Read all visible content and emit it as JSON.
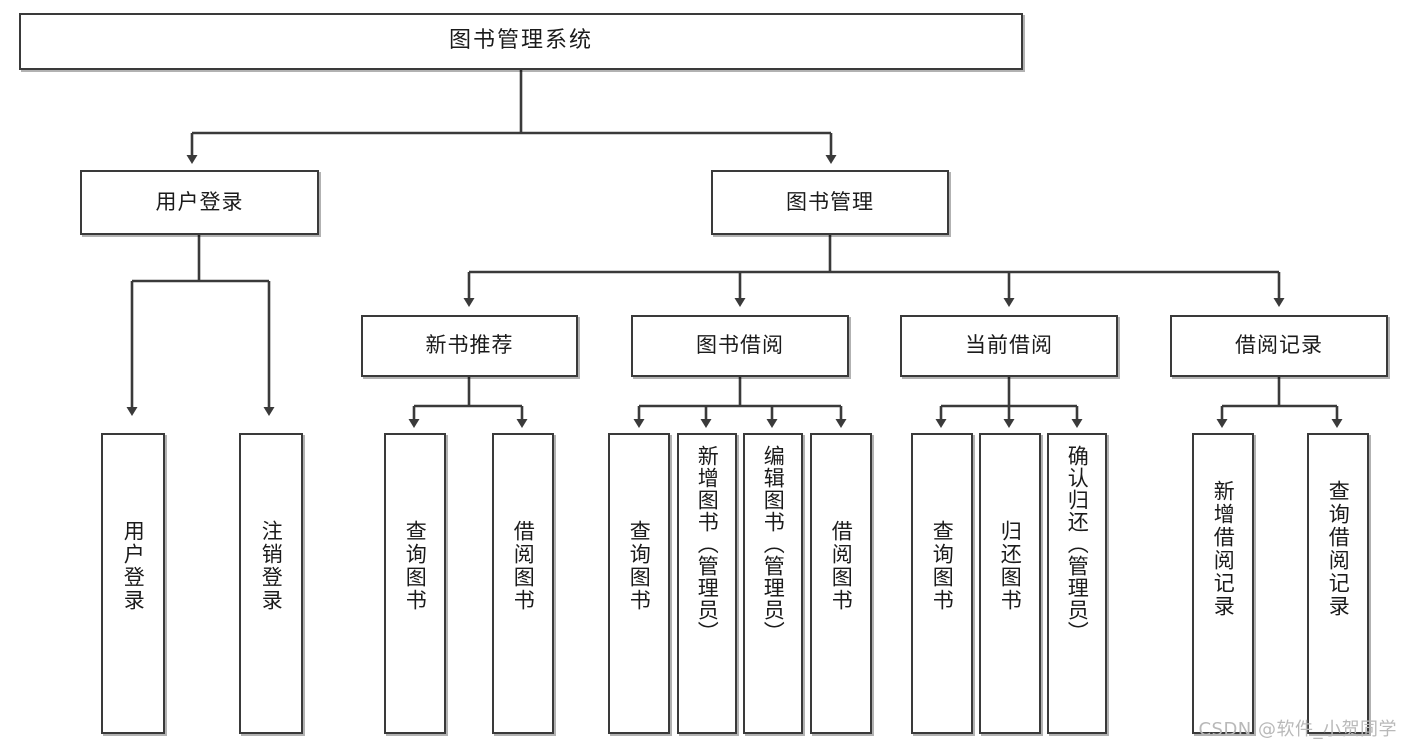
{
  "diagram": {
    "title": "图书管理系统",
    "type": "tree-hierarchy",
    "watermark": "CSDN @软件_小贺同学",
    "colors": {
      "background": "#ffffff",
      "node_border": "#3a3a3a",
      "node_fill": "#ffffff",
      "edge": "#3a3a3a",
      "text": "#1b1b1b",
      "watermark": "#b9b9b9"
    },
    "levels": {
      "root": "图书管理系统",
      "level2": [
        "用户登录",
        "图书管理"
      ],
      "level3": [
        "新书推荐",
        "图书借阅",
        "当前借阅",
        "借阅记录"
      ]
    },
    "nodes": {
      "root": {
        "label": "图书管理系统"
      },
      "user_login": {
        "label": "用户登录"
      },
      "book_manage": {
        "label": "图书管理"
      },
      "new_book_rec": {
        "label": "新书推荐"
      },
      "book_borrow": {
        "label": "图书借阅"
      },
      "current_borrow": {
        "label": "当前借阅"
      },
      "borrow_record": {
        "label": "借阅记录"
      },
      "leaf_user_login": {
        "label": "用户登录"
      },
      "leaf_logout": {
        "label": "注销登录"
      },
      "leaf_query_book_1": {
        "label": "查询图书"
      },
      "leaf_borrow_book_1": {
        "label": "借阅图书"
      },
      "leaf_query_book_2": {
        "label": "查询图书"
      },
      "leaf_add_book": {
        "label": "新增图书（管理员）"
      },
      "leaf_edit_book": {
        "label": "编辑图书（管理员）"
      },
      "leaf_borrow_book_2": {
        "label": "借阅图书"
      },
      "leaf_query_book_3": {
        "label": "查询图书"
      },
      "leaf_return_book": {
        "label": "归还图书"
      },
      "leaf_confirm_return": {
        "label": "确认归还（管理员）"
      },
      "leaf_add_record": {
        "label": "新增借阅记录"
      },
      "leaf_query_record": {
        "label": "查询借阅记录"
      }
    },
    "edges": [
      {
        "from": "图书管理系统",
        "to": "用户登录"
      },
      {
        "from": "图书管理系统",
        "to": "图书管理"
      },
      {
        "from": "用户登录",
        "to": "用户登录"
      },
      {
        "from": "用户登录",
        "to": "注销登录"
      },
      {
        "from": "图书管理",
        "to": "新书推荐"
      },
      {
        "from": "图书管理",
        "to": "图书借阅"
      },
      {
        "from": "图书管理",
        "to": "当前借阅"
      },
      {
        "from": "图书管理",
        "to": "借阅记录"
      },
      {
        "from": "新书推荐",
        "to": "查询图书"
      },
      {
        "from": "新书推荐",
        "to": "借阅图书"
      },
      {
        "from": "图书借阅",
        "to": "查询图书"
      },
      {
        "from": "图书借阅",
        "to": "新增图书（管理员）"
      },
      {
        "from": "图书借阅",
        "to": "编辑图书（管理员）"
      },
      {
        "from": "图书借阅",
        "to": "借阅图书"
      },
      {
        "from": "当前借阅",
        "to": "查询图书"
      },
      {
        "from": "当前借阅",
        "to": "归还图书"
      },
      {
        "from": "当前借阅",
        "to": "确认归还（管理员）"
      },
      {
        "from": "借阅记录",
        "to": "新增借阅记录"
      },
      {
        "from": "借阅记录",
        "to": "查询借阅记录"
      }
    ]
  }
}
